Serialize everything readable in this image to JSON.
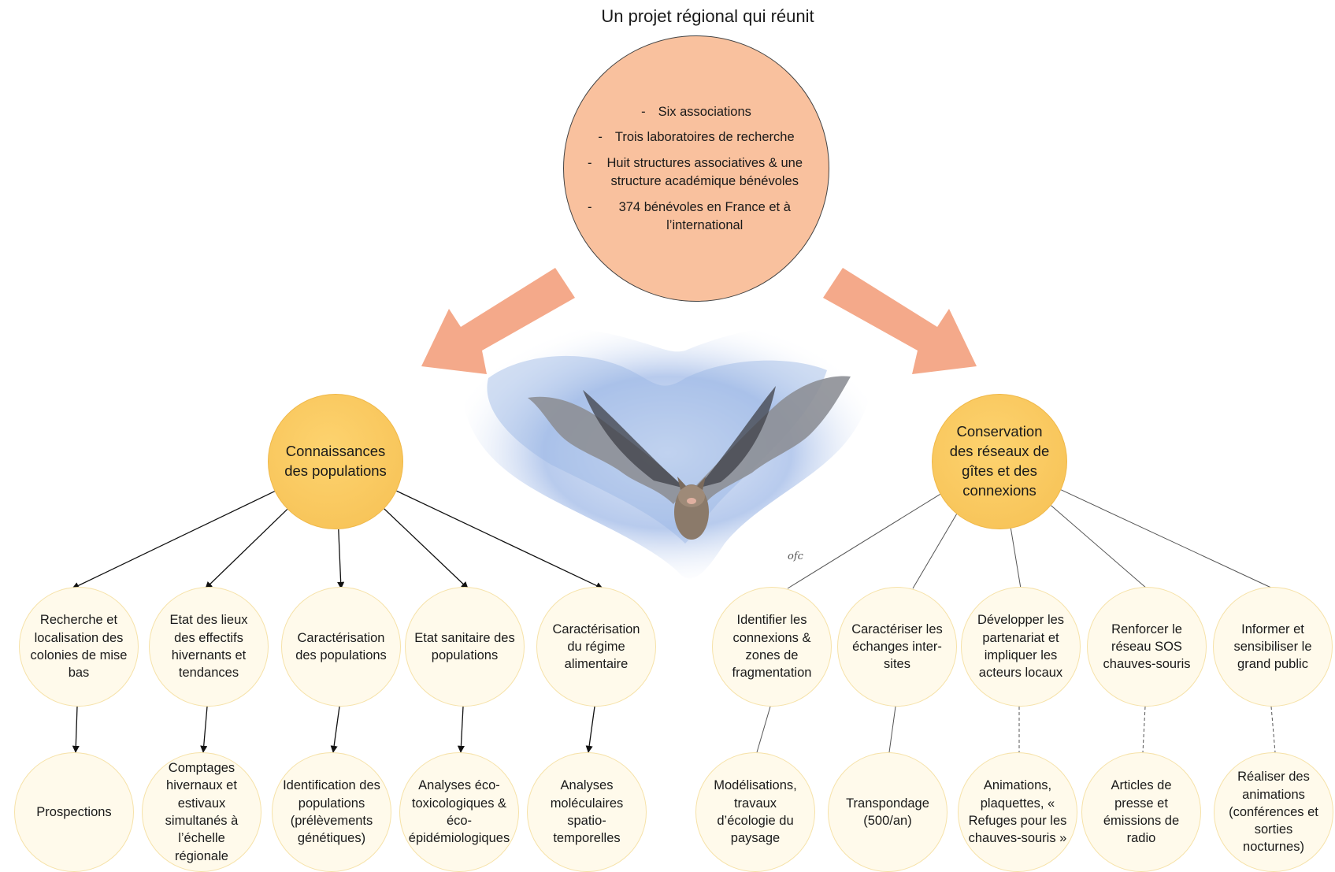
{
  "title": "Un projet régional qui réunit",
  "partners": [
    "Six associations",
    "Trois laboratoires de recherche",
    "Huit structures associatives & une structure académique bénévoles",
    "374 bénévoles en France et à l’international"
  ],
  "left_branch": {
    "hub": "Connaissances des populations",
    "objectives": [
      "Recherche et localisation des colonies de mise bas",
      "Etat des lieux des effectifs hivernants et tendances",
      "Caractérisation des populations",
      "Etat sanitaire des populations",
      "Caractérisation du régime alimentaire"
    ],
    "actions": [
      "Prospections",
      "Comptages hivernaux et estivaux simultanés à l’échelle régionale",
      "Identification des populations (prélèvements génétiques)",
      "Analyses éco-toxicologiques & éco-épidémiologiques",
      "Analyses moléculaires spatio-temporelles"
    ]
  },
  "right_branch": {
    "hub": "Conservation des réseaux de gîtes et des connexions",
    "objectives": [
      "Identifier les connexions & zones de fragmentation",
      "Caractériser les échanges inter-sites",
      "Développer les partenariat et impliquer les acteurs locaux",
      "Renforcer le réseau SOS chauves-souris",
      "Informer et sensibiliser le grand public"
    ],
    "actions": [
      "Modélisations, travaux d’écologie du paysage",
      "Transpondage (500/an)",
      "Animations, plaquettes, « Refuges pour les chauves-souris »",
      "Articles de presse et émissions de radio",
      "Réaliser des animations (conférences et sorties nocturnes)"
    ]
  },
  "illustration": {
    "subject": "bat-watercolor",
    "signature": "ofc"
  },
  "colors": {
    "top_circle": "#f9c19e",
    "arrows": "#f4a98a",
    "hub": "#f8c65a",
    "node_fill": "#fffaeb",
    "node_border": "#f6e2a9",
    "watercolor": "#8eaede"
  }
}
